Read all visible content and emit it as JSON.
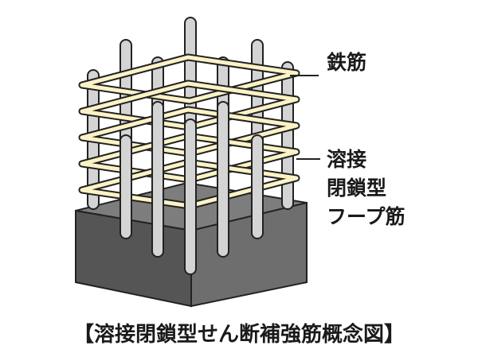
{
  "labels": {
    "rebar": "鉄筋",
    "hoop_line1": "溶接",
    "hoop_line2": "閉鎖型",
    "hoop_line3": "フープ筋"
  },
  "caption": "【溶接閉鎖型せん断補強筋概念図】",
  "colors": {
    "concrete_front": "#555555",
    "concrete_right": "#6e6e6e",
    "concrete_top": "#7d7d7d",
    "rebar": "#d4d4d4",
    "hoop": "#fbf3c6",
    "outline": "#222222"
  }
}
